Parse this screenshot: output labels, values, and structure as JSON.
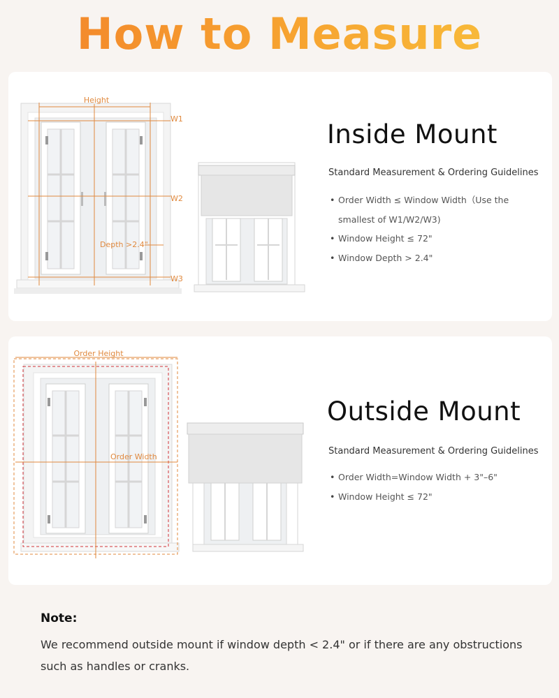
{
  "title": "How to Measure",
  "inside": {
    "title": "Inside Mount",
    "guidelines": "Standard Measurement & Ordering Guidelines",
    "bullets": [
      "Order Width ≤ Window Width（Use the smallest of W1/W2/W3)",
      "Window Height ≤ 72\"",
      "Window Depth > 2.4\""
    ],
    "labels": {
      "height": "Height",
      "w1": "W1",
      "w2": "W2",
      "w3": "W3",
      "depth": "Depth >2.4\""
    }
  },
  "outside": {
    "title": "Outside Mount",
    "guidelines": "Standard Measurement & Ordering Guidelines",
    "bullets": [
      "Order Width=Window Width + 3\"–6\"",
      "Window Height ≤ 72\""
    ],
    "labels": {
      "order_height": "Order Height",
      "order_width": "Order Width"
    }
  },
  "note": {
    "heading": "Note:",
    "body": "We recommend outside mount if window depth < 2.4\" or if there are any obstructions such as handles or cranks."
  },
  "colors": {
    "accent_orange": "#e0893e",
    "dashed_red": "#d2343a",
    "title_gradient": [
      "#f2822a",
      "#f8c23d"
    ]
  }
}
